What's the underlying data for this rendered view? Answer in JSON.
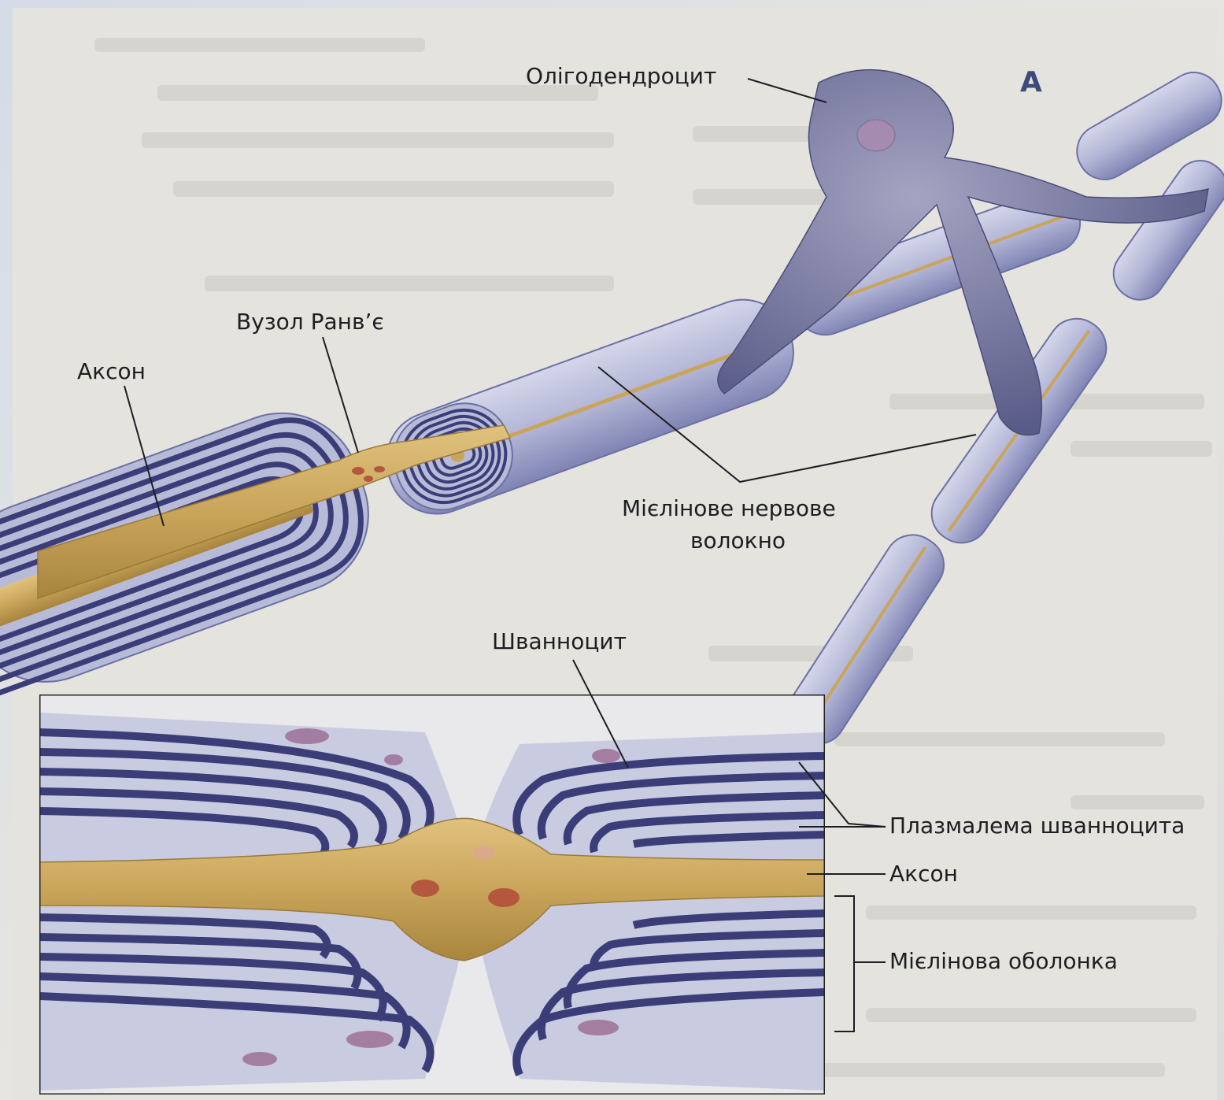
{
  "panel_letter": "A",
  "labels": {
    "oligodendrocyte": "Олігодендроцит",
    "node_of_ranvier": "Вузол Ранв’є",
    "axon_top": "Аксон",
    "myelinated_fiber_line1": "Мієлінове нервове",
    "myelinated_fiber_line2": "волокно",
    "schwann_cell": "Шванноцит",
    "schwann_plasmalemma": "Плазмалема шванноцита",
    "axon_inset": "Аксон",
    "myelin_sheath": "Мієлінова оболонка"
  },
  "colors": {
    "axon": "#c9a55a",
    "myelin_dark": "#3b3d78",
    "myelin_light": "#b9bcd9",
    "cell_body": "#6f6f95",
    "nucleus": "#a68bb0",
    "background": "#e6e5e1"
  }
}
